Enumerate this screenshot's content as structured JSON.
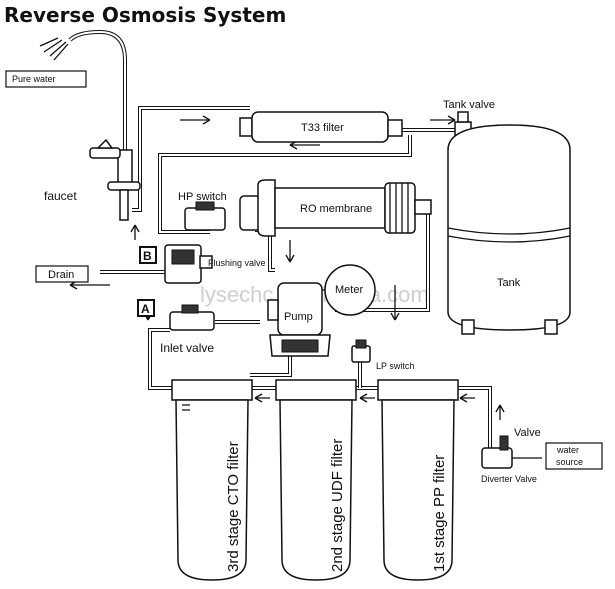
{
  "title": "Reverse Osmosis System",
  "labels": {
    "pure_water": "Pure water",
    "faucet": "faucet",
    "tank_valve": "Tank valve",
    "t33_filter": "T33 filter",
    "hp_switch": "HP switch",
    "ro_membrane": "RO membrane",
    "tank": "Tank",
    "box_b": "B",
    "box_a": "A",
    "drain": "Drain",
    "flushing_valve": "Flushing valve",
    "meter": "Meter",
    "pump": "Pump",
    "inlet_valve": "Inlet valve",
    "lp_switch": "LP switch",
    "valve": "Valve",
    "water_source_line1": "water",
    "water_source_line2": "source",
    "diverter_valve": "Diverter Valve",
    "stage3": "3rd stage CTO filter",
    "stage2": "2nd stage UDF filter",
    "stage1": "1st stage PP filter",
    "watermark": "lysechc.en.alibaba.com"
  }
}
